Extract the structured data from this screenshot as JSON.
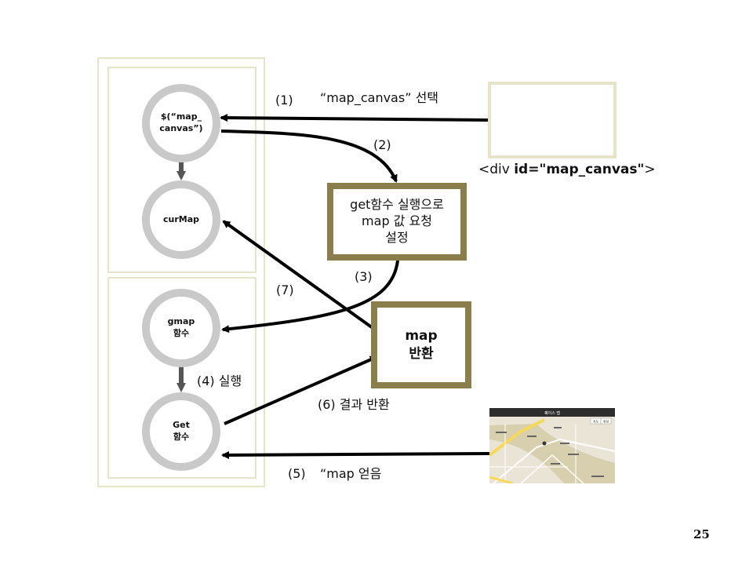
{
  "nodes": {
    "selector": "$(“map_\ncanvas”)",
    "curmap": "curMap",
    "gmap": "gmap\n함수",
    "get": "Get\n함수"
  },
  "boxes": {
    "get_call": "get함수 실행으로\nmap 값 요청\n설정",
    "map_return": "map\n반환"
  },
  "labels": {
    "step1_num": "(1)",
    "step1_text": "“map_canvas” 선택",
    "step2": "(2)",
    "step3": "(3)",
    "step4": "(4) 실행",
    "step5_num": "(5)",
    "step5_text": "“map   얻음",
    "step6": "(6) 결과 반환",
    "step7": "(7)"
  },
  "div_tag": {
    "prefix": "<div ",
    "attr": "id=\"map_canvas\"",
    "suffix": ">"
  },
  "map_thumbnail": {
    "title": "퀘이스 맵",
    "btn1": "지도",
    "btn2": "위성"
  },
  "page_number": "25",
  "colors": {
    "olive": "#8a7e4c",
    "node_ring": "#c9c9c9",
    "panel_border": "#e8e4c9",
    "arrow": "#000000",
    "small_arrow": "#555555"
  }
}
